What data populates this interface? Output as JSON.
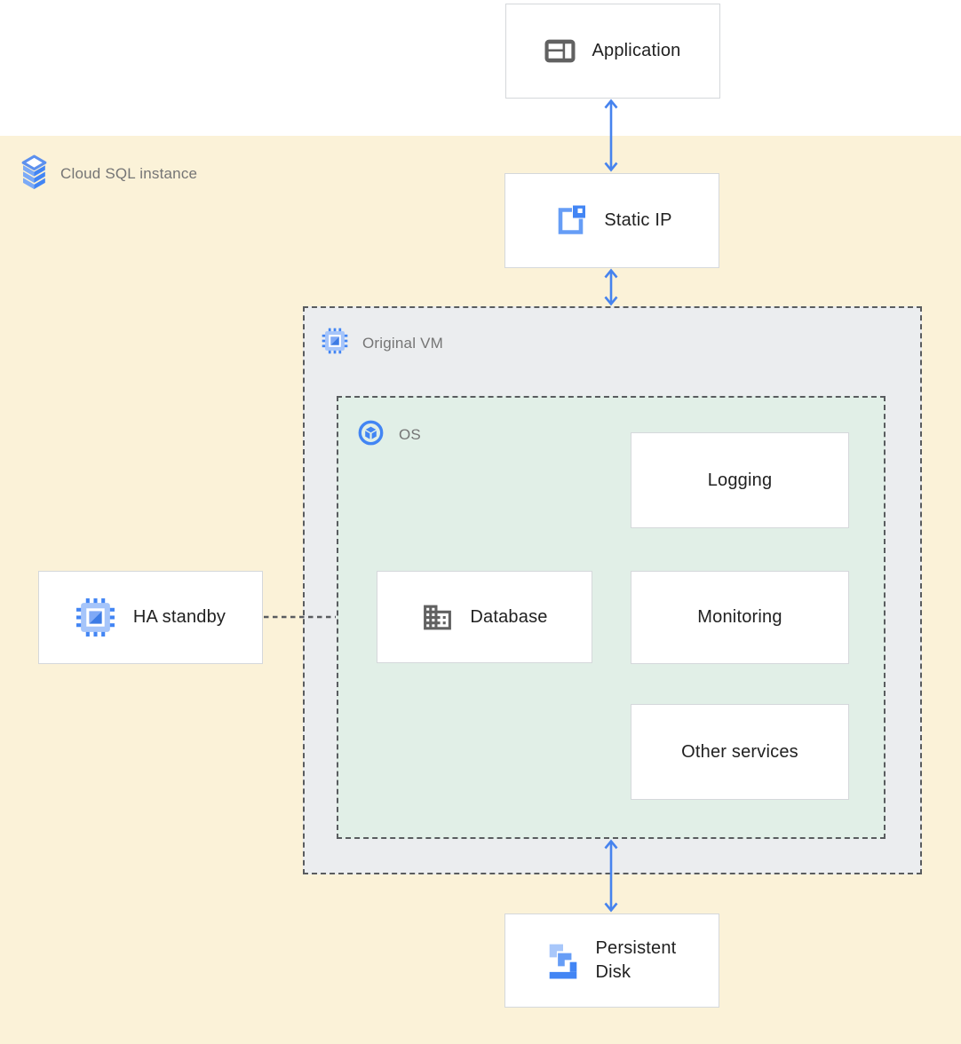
{
  "region": {
    "label": "Cloud SQL instance",
    "icon": "cloud-sql-icon"
  },
  "containers": {
    "original_vm": {
      "label": "Original VM",
      "icon": "compute-engine-icon"
    },
    "os": {
      "label": "OS",
      "icon": "os-icon"
    }
  },
  "nodes": {
    "application": {
      "label": "Application",
      "icon": "application-icon"
    },
    "static_ip": {
      "label": "Static IP",
      "icon": "static-ip-icon"
    },
    "ha_standby": {
      "label": "HA standby",
      "icon": "compute-engine-icon"
    },
    "database": {
      "label": "Database",
      "icon": "database-building-icon"
    },
    "logging": {
      "label": "Logging"
    },
    "monitoring": {
      "label": "Monitoring"
    },
    "other_services": {
      "label": "Other services"
    },
    "persistent_disk": {
      "label": "Persistent Disk",
      "icon": "persistent-disk-icon"
    }
  },
  "connections": [
    {
      "from": "application",
      "to": "static_ip",
      "style": "bidirectional-arrow"
    },
    {
      "from": "static_ip",
      "to": "original_vm",
      "style": "bidirectional-arrow"
    },
    {
      "from": "os",
      "to": "persistent_disk",
      "style": "bidirectional-arrow"
    },
    {
      "from": "ha_standby",
      "to": "original_vm_os",
      "style": "dashed-line"
    }
  ],
  "colors": {
    "region_background": "#FBF2D8",
    "vm_container_background": "#EBEDEF",
    "os_container_background": "#E1EFE7",
    "node_border": "#D5D8DB",
    "arrow_blue": "#4683EE",
    "google_blue": "#4285F4",
    "light_blue": "#A8C7FA",
    "medium_blue": "#669DF6",
    "icon_gray": "#616161",
    "label_gray": "#757575",
    "node_text": "#212121",
    "dashed_border": "#595C5F"
  }
}
